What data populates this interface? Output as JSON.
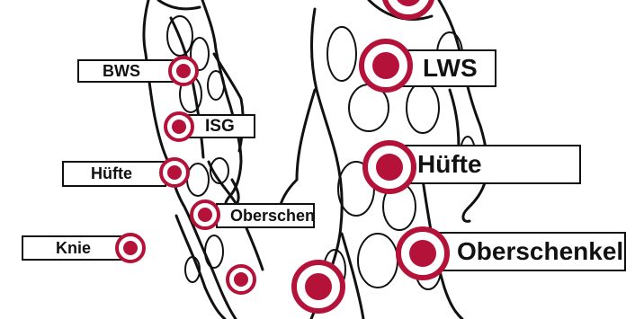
{
  "labels": {
    "bws": "BWS",
    "isg": "ISG",
    "huefte_small": "Hüfte",
    "oberschenkel_small": "Oberschenkel",
    "knie": "Knie",
    "lws": "LWS",
    "huefte_large": "Hüfte",
    "oberschenkel_large": "Oberschenkel"
  },
  "colors": {
    "marker": "#b5123a",
    "outline": "#111111",
    "background": "#ffffff"
  }
}
